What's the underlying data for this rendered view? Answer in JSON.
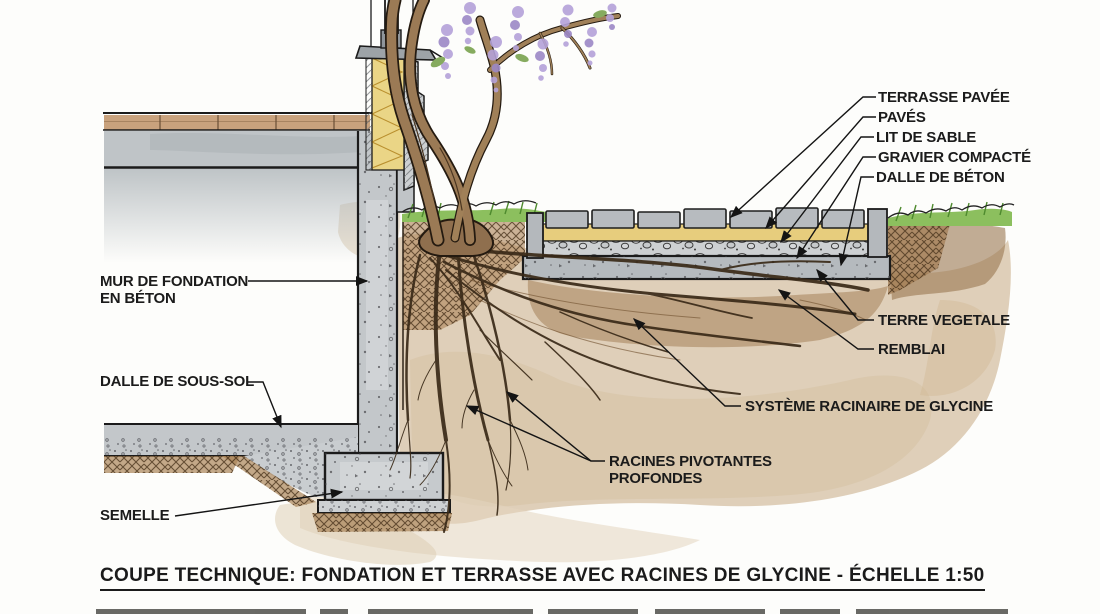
{
  "colors": {
    "paper": "#fdfdfb",
    "ink": "#1b1b1b",
    "concrete": "#c2c6c9",
    "sand": "#e7cd7d",
    "insulation": "#ead586",
    "soil": "#b8916a",
    "grass": "#7db453",
    "wisteria": "#b4a2d9",
    "root_brown": "#3a2a18"
  },
  "drawing_title": "COUPE TECHNIQUE: FONDATION ET TERRASSE AVEC RACINES DE GLYCINE - ÉCHELLE 1:50",
  "labels": {
    "mur_fondation_line1": "MUR DE FONDATION",
    "mur_fondation_line2": "EN BÉTON",
    "dalle_sous_sol": "DALLE DE SOUS-SOL",
    "semelle": "SEMELLE",
    "terrasse_pavee": "TERRASSE PAVÉE",
    "paves": "PAVÉS",
    "lit_de_sable": "LIT DE SABLE",
    "gravier_compacte": "GRAVIER COMPACTÉ",
    "dalle_de_beton": "DALLE DE BÉTON",
    "terre_vegetale": "TERRE VEGETALE",
    "remblai": "REMBLAI",
    "systeme_racinaire": "SYSTÈME RACINAIRE DE GLYCINE",
    "racines_line1": "RACINES PIVOTANTES",
    "racines_line2": "PROFONDES"
  }
}
